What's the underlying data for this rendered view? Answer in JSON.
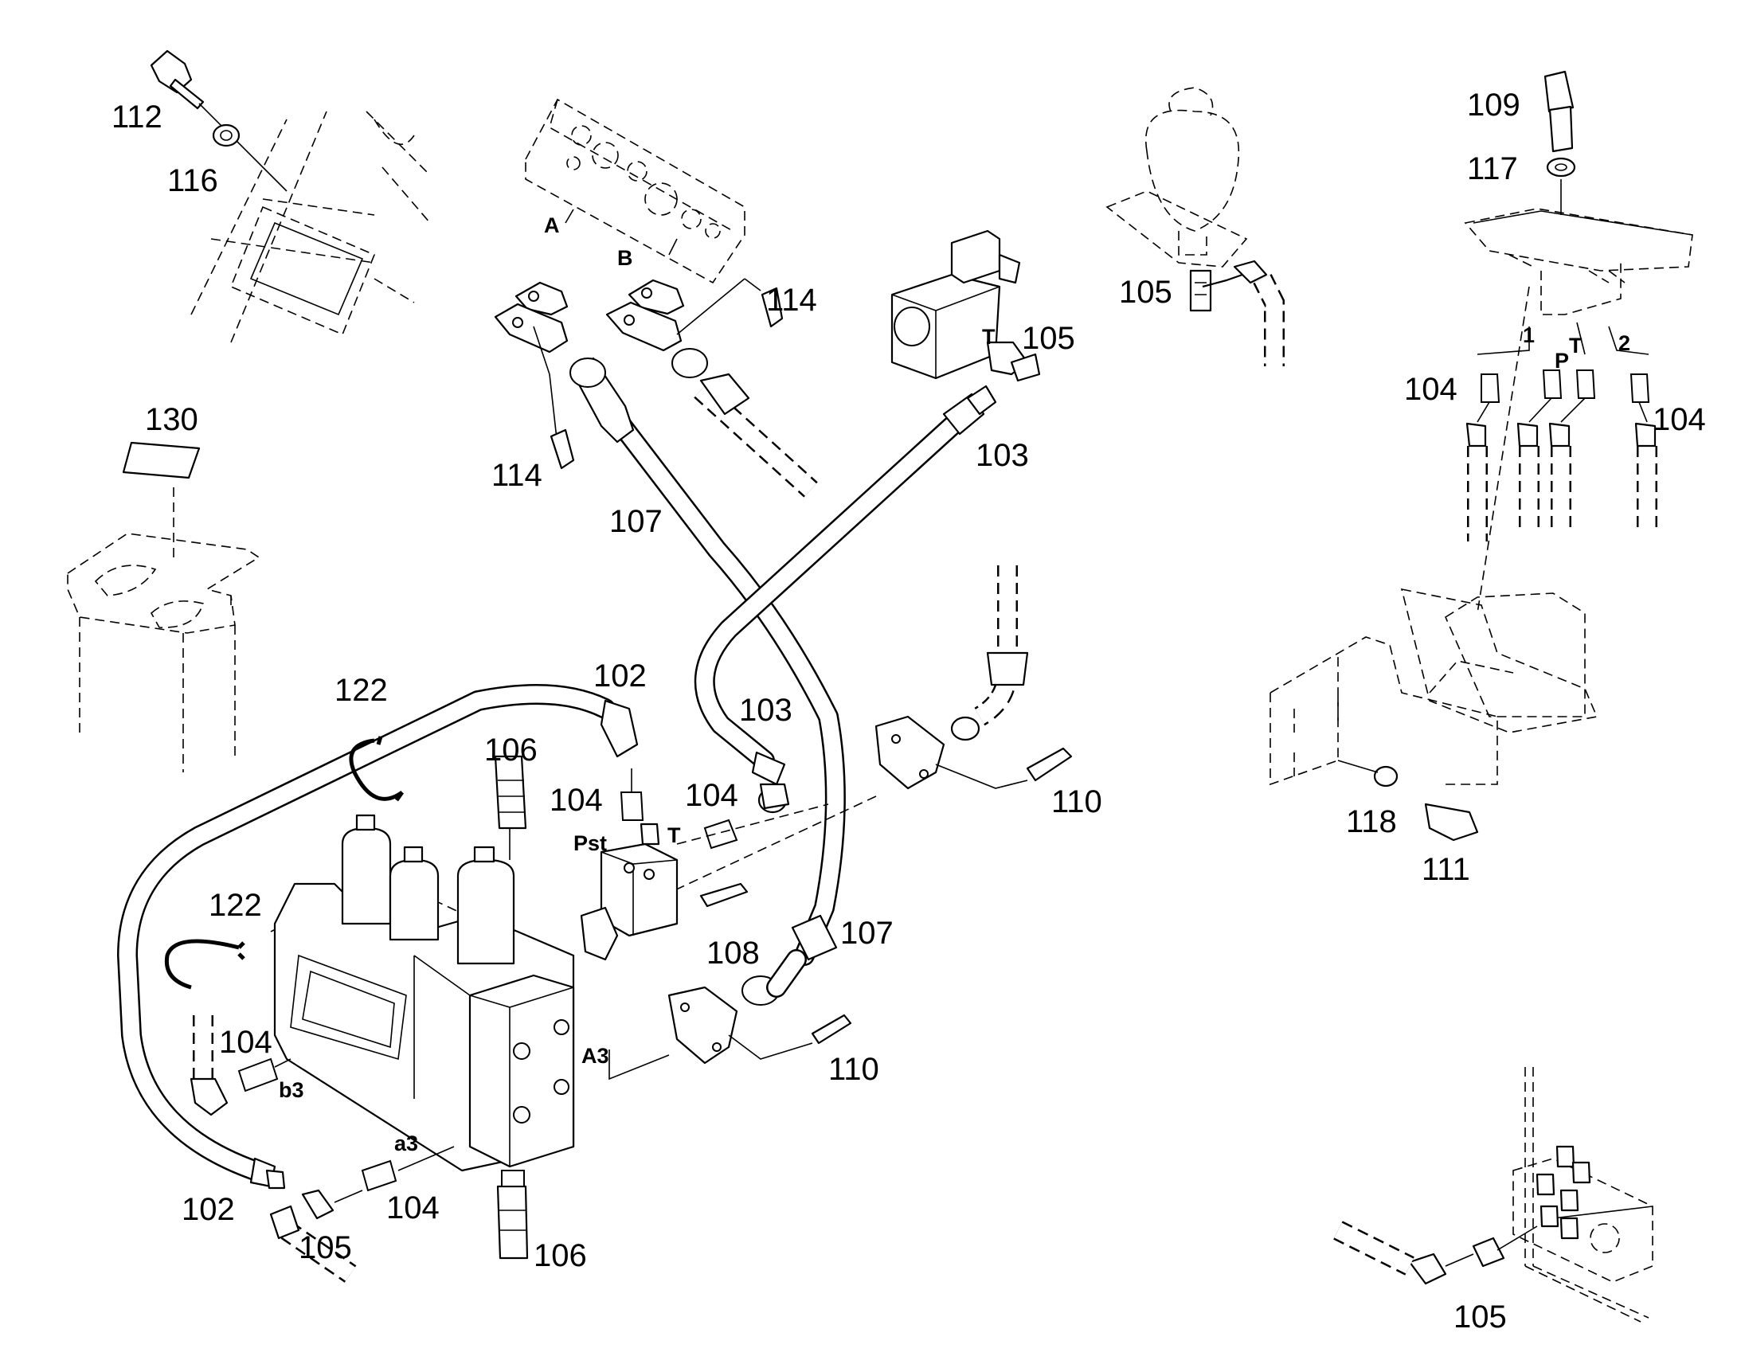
{
  "callouts": {
    "c112": "112",
    "c116": "116",
    "c130": "130",
    "c114a": "114",
    "c114b": "114",
    "c107a": "107",
    "c107b": "107",
    "c103a": "103",
    "c103b": "103",
    "c105a": "105",
    "c105b": "105",
    "c105c": "105",
    "c105d": "105",
    "c109": "109",
    "c117": "117",
    "c104a": "104",
    "c104b": "104",
    "c104c": "104",
    "c104d": "104",
    "c104e": "104",
    "c104f": "104",
    "c122a": "122",
    "c122b": "122",
    "c102a": "102",
    "c102b": "102",
    "c106a": "106",
    "c106b": "106",
    "c110a": "110",
    "c110b": "110",
    "c108": "108",
    "c118": "118",
    "c111": "111"
  },
  "ports": {
    "A": "A",
    "B": "B",
    "T1": "T",
    "T2": "T",
    "T3": "T",
    "P": "P",
    "one": "1",
    "two": "2",
    "Pst": "Pst",
    "A3": "A3",
    "b3": "b3",
    "a3": "a3"
  }
}
